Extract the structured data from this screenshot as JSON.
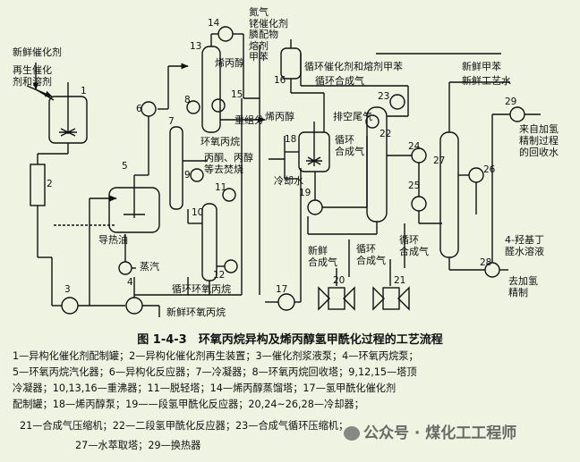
{
  "labels": {
    "fresh_catalyst": "新鲜催化剂",
    "regen_catalyst": "再生催化\n剂和溶剂",
    "n1": "1",
    "n2": "2",
    "n3": "3",
    "n4": "4",
    "steam": "蒸汽",
    "heat_oil": "导热油",
    "n5": "5",
    "n6": "6",
    "n7": "7",
    "n8": "8",
    "n9": "9",
    "n10": "10",
    "n11": "11",
    "n12": "12",
    "n13": "13",
    "n14": "14",
    "n15": "15",
    "n16": "16",
    "n17": "17",
    "n18": "18",
    "n19": "19",
    "n20": "20",
    "n21": "21",
    "n22": "22",
    "n23": "23",
    "n24": "24",
    "n25": "25",
    "n26": "26",
    "n27": "27",
    "n28": "28",
    "n29": "29",
    "fresh_propylene_oxide": "新鲜环氧丙烷",
    "recycle_propylene_oxide": "循环环氧丙烷",
    "propylene_oxide": "环氧丙烷",
    "acetone_propanol": "丙酮、丙醇\n等去焚烧",
    "allyl_alcohol_top": "烯丙醇",
    "allyl_alcohol_mid": "烯丙醇",
    "heavy_fraction": "重组分",
    "nitrogen_etc": "氮气\n铑催化剂\n膦配物\n熔剂\n甲苯",
    "recycle_catalyst_solvent": "循环催化剂和熔剂甲苯",
    "recycle_gas_top": "循环合成气",
    "vent_tail_gas": "排空尾气",
    "recycle_syngas_mid": "循环\n合成气",
    "cooling_water": "冷却水",
    "fresh_syngas": "新鲜\n合成气",
    "recycle_syngas_low": "循环\n合成气",
    "recycle_syngas_right": "循环\n合成气",
    "fresh_toluene": "新鲜甲苯",
    "fresh_process_water": "新鲜工艺水",
    "from_hydrogenation": "来自加氢\n精制过程\n的回收水",
    "hbal_solution": "4-羟基丁\n醛水溶液",
    "to_hydrogenation": "去加氢\n精制"
  },
  "caption": "图 1-4-3　环氧丙烷异构及烯丙醇氢甲酰化过程的工艺流程",
  "legend_lines": [
    "1—异构化催化剂配制罐；2—异构化催化剂再生装置；3—催化剂浆液泵；4—环氧丙烷泵；",
    "5—环氧丙烷汽化器；6—异构化反应器；7—冷凝器；8—环氧丙烷回收塔；9,12,15—塔顶",
    "冷凝器；10,13,16—重沸器；11—脱轻塔；14—烯丙醇蒸馏塔；17—氢甲酰化催化剂",
    "配制罐；18—烯丙醇泵；19——段氢甲酰化反应器；20,24~26,28—冷却器；",
    "21—合成气压缩机；22—二段氢甲酰化反应器；23—合成气循环压缩机；",
    "27—水萃取塔；29—换热器"
  ],
  "watermark": "公众号 · 煤化工工程师",
  "colors": {
    "background": "#eef3e2",
    "line": "#111111"
  }
}
